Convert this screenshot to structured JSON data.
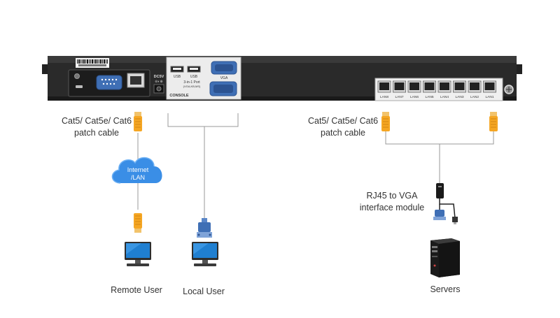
{
  "colors": {
    "device_body": "#2a2a2a",
    "panel": "#e8e8e8",
    "vga_blue": "#3f6fb5",
    "cloud_blue": "#3a8ee6",
    "cable_orange": "#f5a623",
    "line_gray": "#9a9a9a"
  },
  "device": {
    "ports": {
      "dc": "DC5V",
      "usb1": "USB",
      "usb2": "USB",
      "vga": "VGA",
      "multi_port": "3-in-1 Port",
      "multi_port_sub": "(VGA,KB,MS)",
      "console": "CONSOLE"
    },
    "lan_ports": [
      "LAN8",
      "LAN7",
      "LAN6",
      "LAN5",
      "LAN4",
      "LAN3",
      "LAN2",
      "LAN1"
    ]
  },
  "labels": {
    "patch_left_line1": "Cat5/ Cat5e/ Cat6",
    "patch_left_line2": "patch cable",
    "patch_right_line1": "Cat5/ Cat5e/ Cat6",
    "patch_right_line2": "patch cable",
    "cloud_line1": "Internet",
    "cloud_line2": "/LAN",
    "module_line1": "RJ45 to VGA",
    "module_line2": "interface module",
    "remote_user": "Remote User",
    "local_user": "Local User",
    "servers": "Servers"
  },
  "icons": [
    "rj45-connector-icon",
    "vga-connector-icon",
    "cloud-icon",
    "monitor-icon",
    "server-tower-icon",
    "interface-module-icon"
  ]
}
